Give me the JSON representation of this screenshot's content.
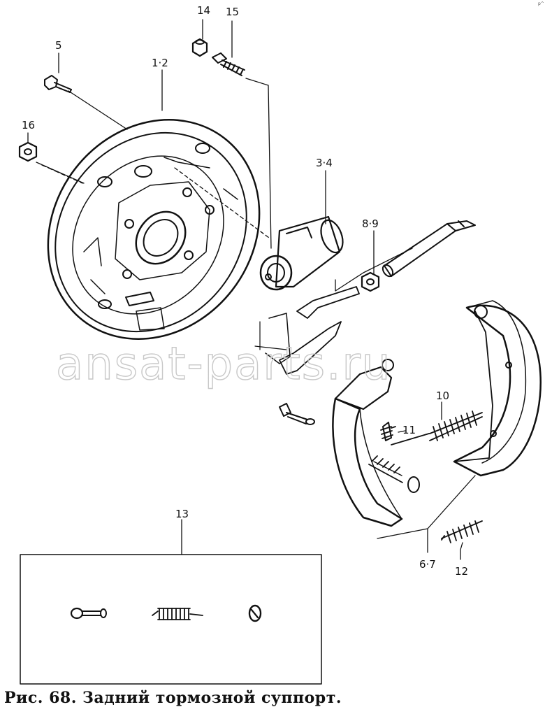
{
  "diagram": {
    "labels": {
      "p1_2": "1·2",
      "p3_4": "3·4",
      "p5": "5",
      "p6_7": "6·7",
      "p8_9": "8·9",
      "p10": "10",
      "p11": "11",
      "p12": "12",
      "p13": "13",
      "p14": "14",
      "p15": "15",
      "p16": "16"
    },
    "watermark": "ansat-parts.ru",
    "corner_mark": "p^"
  },
  "caption": "Рис. 68. Задний тормозной суппорт."
}
